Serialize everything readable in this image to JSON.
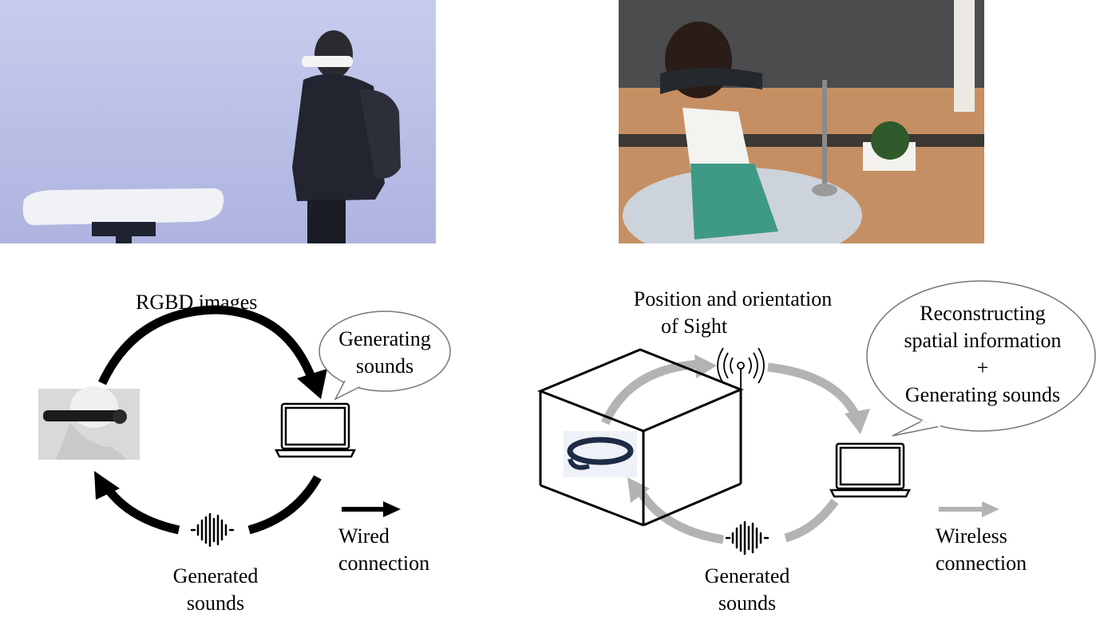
{
  "photos": {
    "left": "photo-of-person-wearing-headset",
    "right": "photo-of-child-wearing-neck-device"
  },
  "left_diagram": {
    "top_arrow_label": "RGBD images",
    "bubble_text_line1": "Generating",
    "bubble_text_line2": "sounds",
    "bottom_label_line1": "Generated",
    "bottom_label_line2": "sounds",
    "legend_line1": "Wired",
    "legend_line2": "connection",
    "arrow_color": "#000000"
  },
  "right_diagram": {
    "top_label_line1": "Position and orientation",
    "top_label_line2": "of Sight",
    "bubble_text_line1": "Reconstructing",
    "bubble_text_line2": "spatial information",
    "bubble_text_line3": "+",
    "bubble_text_line4": "Generating sounds",
    "bottom_label_line1": "Generated",
    "bottom_label_line2": "sounds",
    "legend_line1": "Wireless",
    "legend_line2": "connection",
    "arrow_color": "#b3b3b3"
  },
  "icons": [
    "headset-icon",
    "laptop-icon",
    "sound-wave-icon",
    "antenna-icon",
    "cube-icon",
    "neck-device-icon"
  ]
}
